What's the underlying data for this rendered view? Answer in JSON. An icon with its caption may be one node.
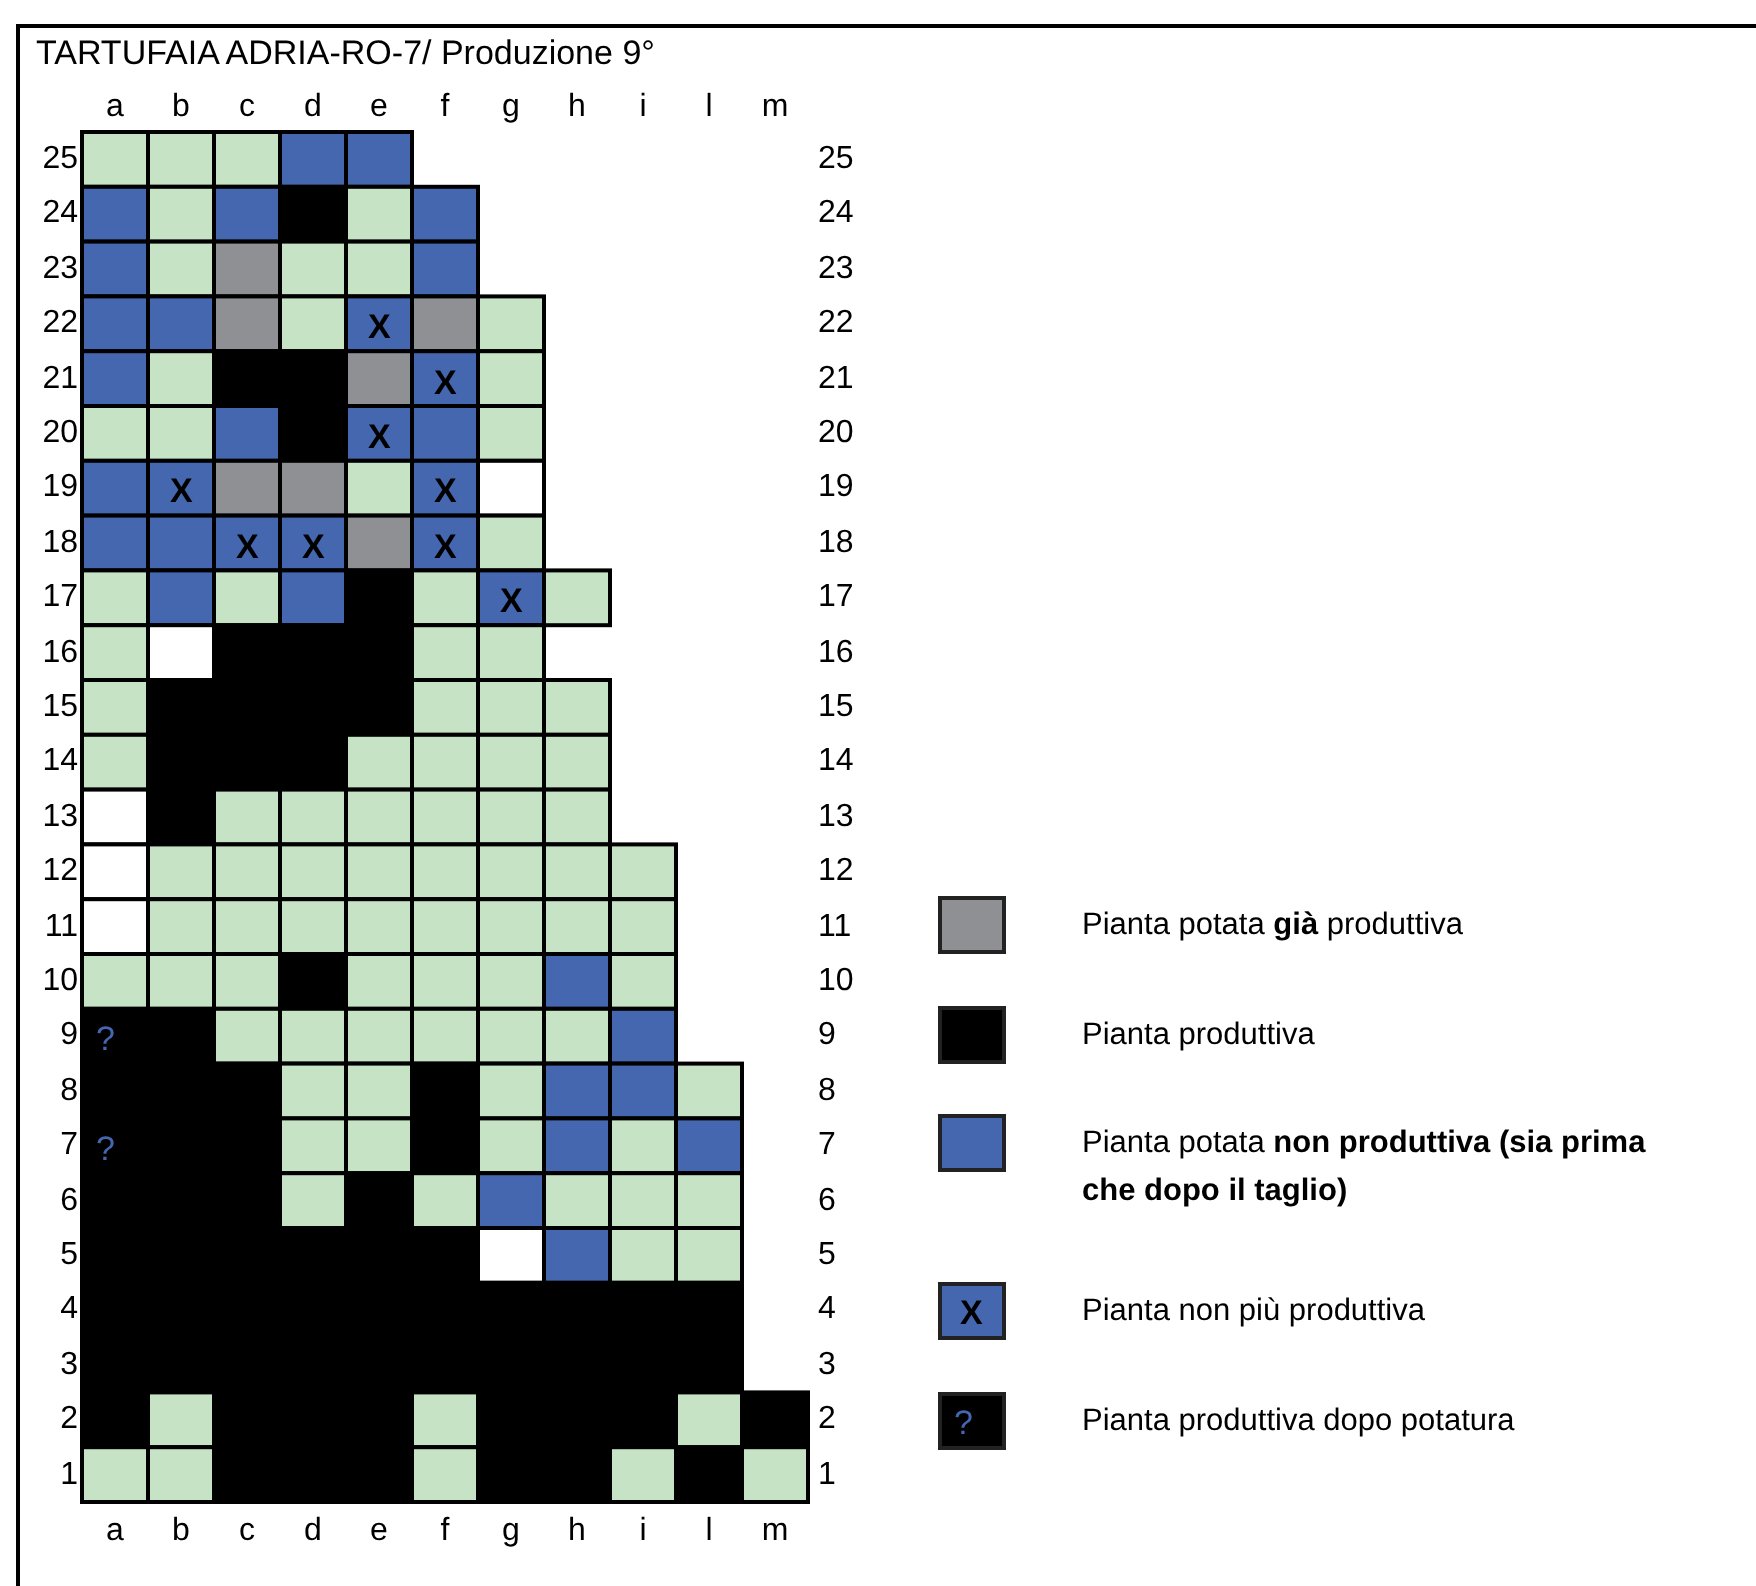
{
  "diagram": {
    "title": "TARTUFAIA ADRIA-RO-7/ Produzione 9°",
    "labels": [
      "a",
      "b",
      "c",
      "d",
      "e",
      "f",
      "g",
      "h",
      "i",
      "l",
      "m",
      "25",
      "25",
      "24",
      "24",
      "23",
      "23",
      "22",
      "X",
      "22",
      "21",
      "X",
      "21",
      "20",
      "X",
      "20",
      "19",
      "X",
      "X",
      "19",
      "18",
      "X",
      "X",
      "X",
      "18",
      "17",
      "X",
      "17",
      "16",
      "16",
      "15",
      "15",
      "14",
      "14",
      "13",
      "13",
      "12",
      "12",
      "11",
      "11",
      "10",
      "10",
      "9",
      "?",
      "9",
      "8",
      "8",
      "7",
      "?",
      "7",
      "6",
      "6",
      "5",
      "5",
      "4",
      "4",
      "3",
      "3",
      "2",
      "2",
      "1",
      "1",
      "a",
      "b",
      "c",
      "d",
      "e",
      "f",
      "g",
      "h",
      "i",
      "l",
      "m",
      "X",
      "?"
    ],
    "legend": [
      {
        "text": "Pianta potata **già** produttiva",
        "color": "#8e9094"
      },
      {
        "text": "Pianta produttiva",
        "color": "#000000"
      },
      {
        "text": "Pianta potata **non produttiva (sia prima che dopo il taglio)**",
        "color": "#4467b0"
      },
      {
        "text": "Pianta non più produttiva",
        "color": "#4467b0"
      },
      {
        "text": "Pianta produttiva dopo potatura",
        "color": "#000000"
      }
    ]
  }
}
